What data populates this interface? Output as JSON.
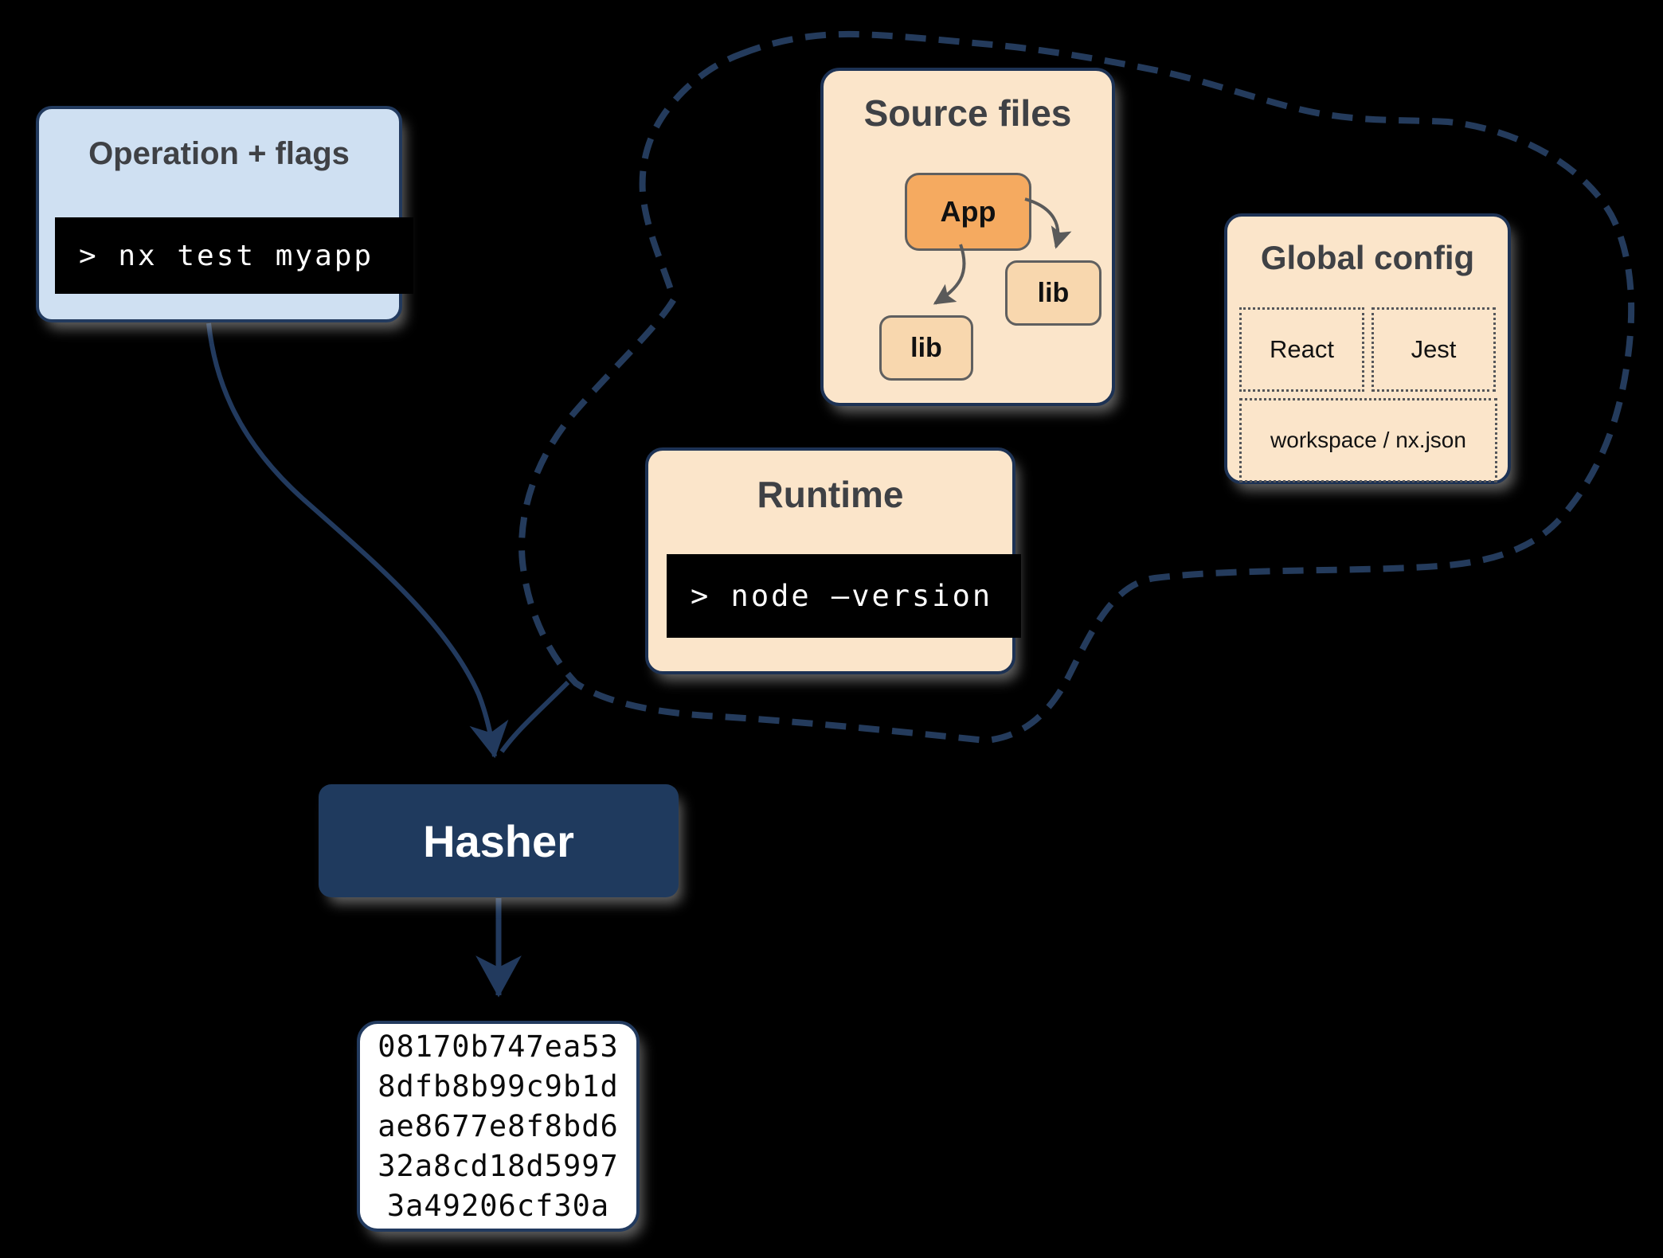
{
  "colors": {
    "background": "#000000",
    "navy": "#223a5e",
    "light_blue": "#cfe0f2",
    "peach": "#fbe5ca",
    "app_orange": "#f5aa60",
    "lib_orange": "#f8d7ae",
    "terminal_bg": "#000000",
    "terminal_text": "#ffffff",
    "heading_text": "#3f4145",
    "node_border": "#5f5f5f",
    "hash_bg": "#ffffff"
  },
  "operation_box": {
    "title": "Operation + flags",
    "command": "> nx test myapp"
  },
  "cloud": {
    "source_files": {
      "title": "Source files",
      "nodes": {
        "app": "App",
        "lib1": "lib",
        "lib2": "lib"
      }
    },
    "global_config": {
      "title": "Global config",
      "items": {
        "react": "React",
        "jest": "Jest",
        "workspace": "workspace / nx.json"
      }
    },
    "runtime": {
      "title": "Runtime",
      "command": "> node –version"
    }
  },
  "hasher_box": {
    "label": "Hasher"
  },
  "hash_output": {
    "lines": [
      "08170b747ea53",
      "8dfb8b99c9b1d",
      "ae8677e8f8bd6",
      "32a8cd18d5997",
      "3a49206cf30a"
    ]
  }
}
